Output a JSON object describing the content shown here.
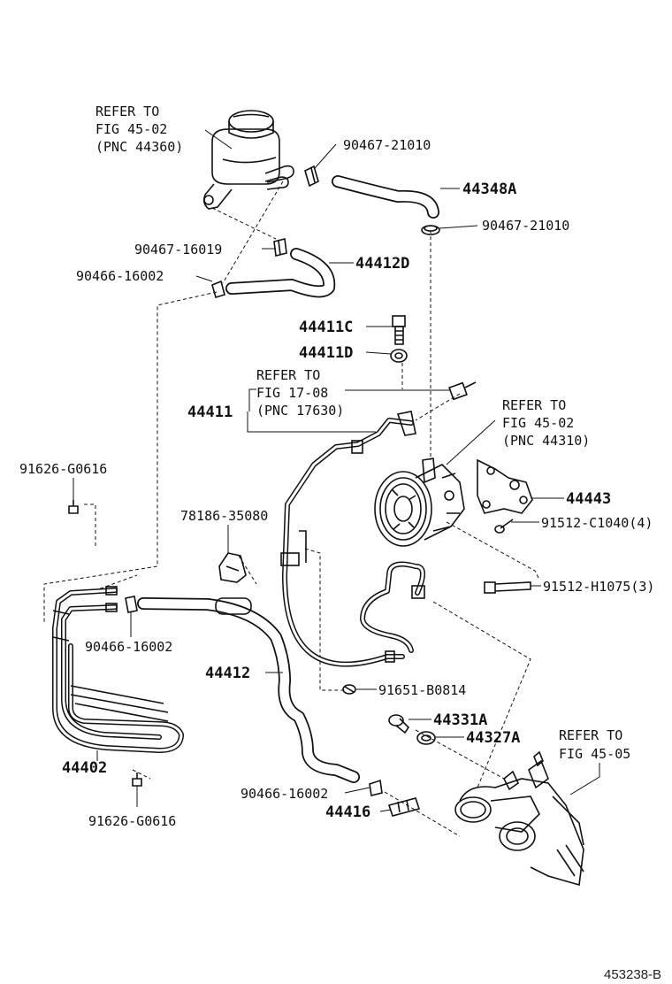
{
  "diagram_code": "453238-B",
  "labels": {
    "refer_reservoir": [
      "REFER TO",
      "FIG 45-02",
      "(PNC 44360)"
    ],
    "clamp_top_right": "90467-21010",
    "hose_44348a": "44348A",
    "clamp_lower_right": "90467-21010",
    "clamp_16019": "90467-16019",
    "hose_44412d": "44412D",
    "clamp_16002_top": "90466-16002",
    "union_bolt": "44411C",
    "gasket": "44411D",
    "refer_pressure_switch": [
      "REFER TO",
      "FIG 17-08",
      "(PNC 17630)"
    ],
    "pressure_tube": "44411",
    "refer_pump": [
      "REFER TO",
      "FIG 45-02",
      "(PNC 44310)"
    ],
    "bracket": "44443",
    "bolt_c1040": "91512-C1040(4)",
    "bolt_g0616_top": "91626-G0616",
    "clamp_35080": "78186-35080",
    "bolt_h1075": "91512-H1075(3)",
    "clamp_16002_mid": "90466-16002",
    "return_hose": "44412",
    "bolt_b0814": "91651-B0814",
    "union_44331a": "44331A",
    "gasket_44327a": "44327A",
    "refer_gear": [
      "REFER TO",
      "FIG 45-05"
    ],
    "cooler": "44402",
    "clamp_16002_bottom": "90466-16002",
    "union_44416": "44416",
    "bolt_g0616_bottom": "91626-G0616"
  }
}
